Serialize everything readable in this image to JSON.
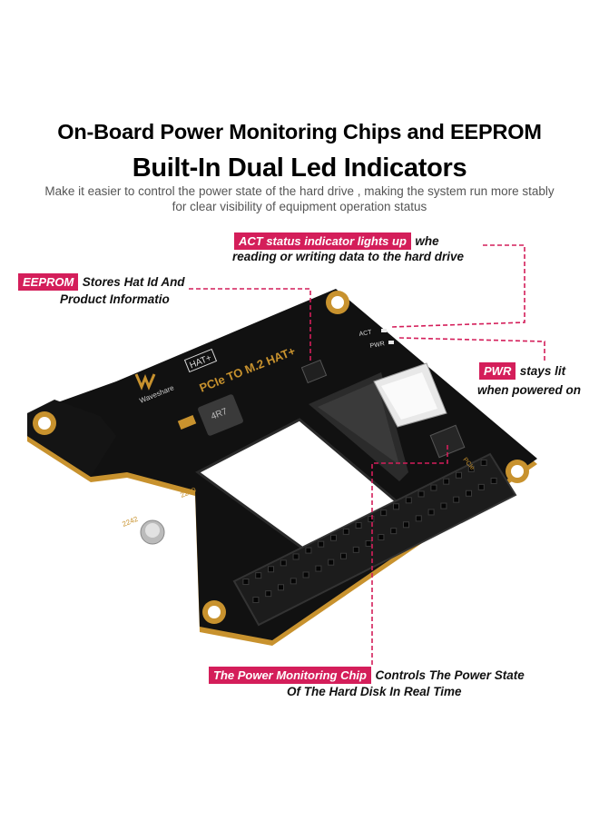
{
  "heading": {
    "line1": "On-Board Power Monitoring Chips and EEPROM",
    "line2": "Built-In Dual Led Indicators",
    "sub1": "Make it easier to control the power state of the hard drive , making the system run more stably",
    "sub2": "for clear visibility of equipment operation status"
  },
  "callouts": {
    "act": {
      "tag": "ACT status indicator lights up",
      "text1": "whe",
      "text2": "reading or writing data to the hard drive"
    },
    "eeprom": {
      "tag": "EEPROM",
      "text1": "Stores Hat Id And",
      "text2": "Product Informatio"
    },
    "pwr": {
      "tag": "PWR",
      "text1": "stays lit",
      "text2": "when powered on"
    },
    "chip": {
      "tag": "The Power Monitoring Chip",
      "text1": "Controls The Power State",
      "text2": "Of The Hard Disk In Real Time"
    }
  },
  "board": {
    "brand": "Waveshare",
    "hat_label": "HAT+",
    "title": "PCIe TO M.2 HAT+",
    "inductor": "4R7",
    "slot_2230": "2230",
    "slot_2242": "2242",
    "led_act": "ACT",
    "led_pwr": "PWR",
    "pcie_label": "PCIe",
    "colors": {
      "pcb": "#111111",
      "edge": "#c8922e",
      "accent": "#d41e5a"
    }
  }
}
